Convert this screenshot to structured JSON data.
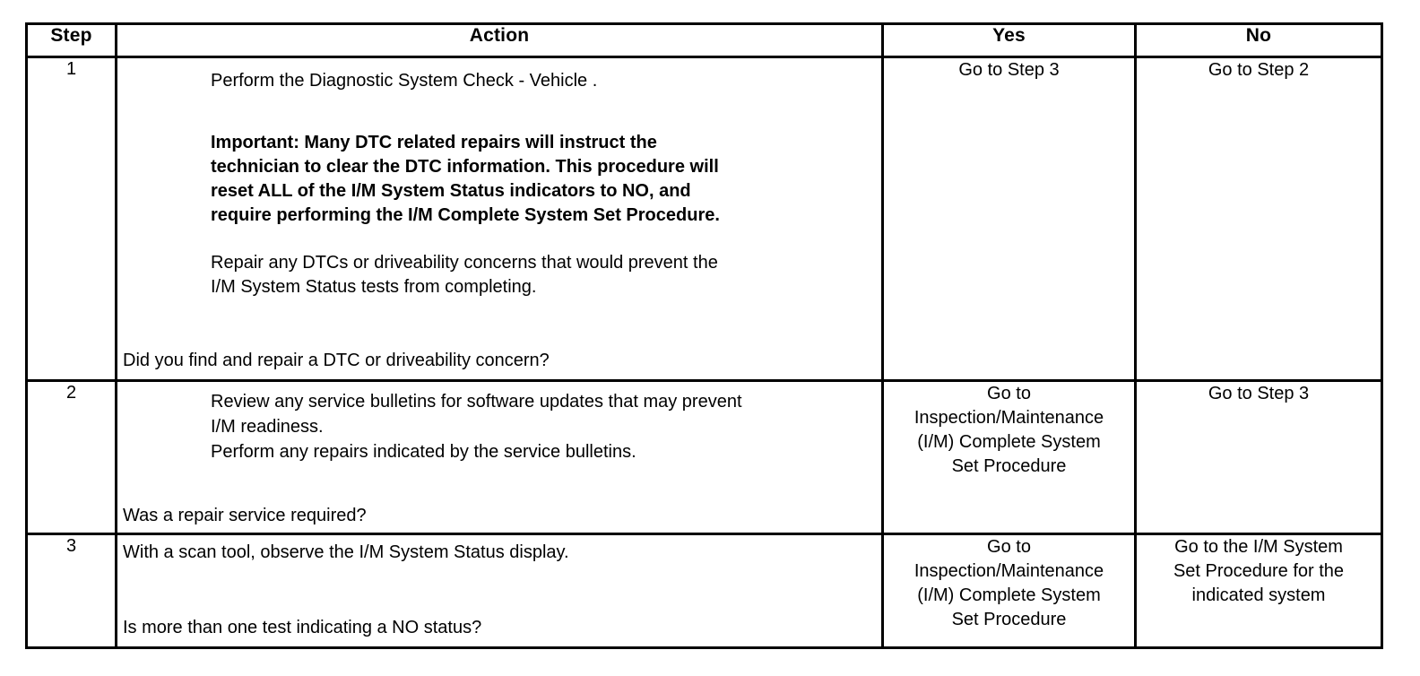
{
  "table": {
    "headers": {
      "step": "Step",
      "action": "Action",
      "yes": "Yes",
      "no": "No"
    },
    "rows": [
      {
        "step": "1",
        "action_paragraphs": [
          "Perform the Diagnostic System Check - Vehicle .",
          "Important: Many DTC related repairs will instruct the technician to clear the DTC information. This procedure will reset ALL of the I/M System Status indicators to NO, and require performing the I/M Complete System Set Procedure.",
          "Repair any DTCs or driveability concerns that would prevent the I/M System Status tests from completing."
        ],
        "action_line_1": "Perform the Diagnostic System Check - Vehicle .",
        "action_important": "Important: Many DTC related repairs will instruct the\ntechnician to clear the DTC information. This procedure will\nreset ALL of the I/M System Status indicators to NO, and\nrequire performing the I/M Complete System Set Procedure.",
        "action_repair": "Repair any DTCs or driveability concerns that would prevent the\nI/M System Status tests from completing.",
        "question": "Did you find and repair a DTC or driveability concern?",
        "yes": "Go to Step 3",
        "no": "Go to Step 2"
      },
      {
        "step": "2",
        "action_line_1": "Review any service bulletins for software updates that may prevent\nI/M readiness.\nPerform any repairs indicated by the service bulletins.",
        "question": "Was a repair service required?",
        "yes": "Go to\nInspection/Maintenance\n(I/M) Complete System\nSet Procedure",
        "no": "Go to Step 3"
      },
      {
        "step": "3",
        "action_line_1": "With a scan tool, observe the I/M System Status display.",
        "question": "Is more than one test indicating a NO status?",
        "yes": "Go to\nInspection/Maintenance\n(I/M) Complete System\nSet Procedure",
        "no": "Go to the I/M System\nSet Procedure for the\nindicated system"
      }
    ]
  },
  "colors": {
    "border": "#000000",
    "text": "#000000",
    "background": "#ffffff"
  }
}
